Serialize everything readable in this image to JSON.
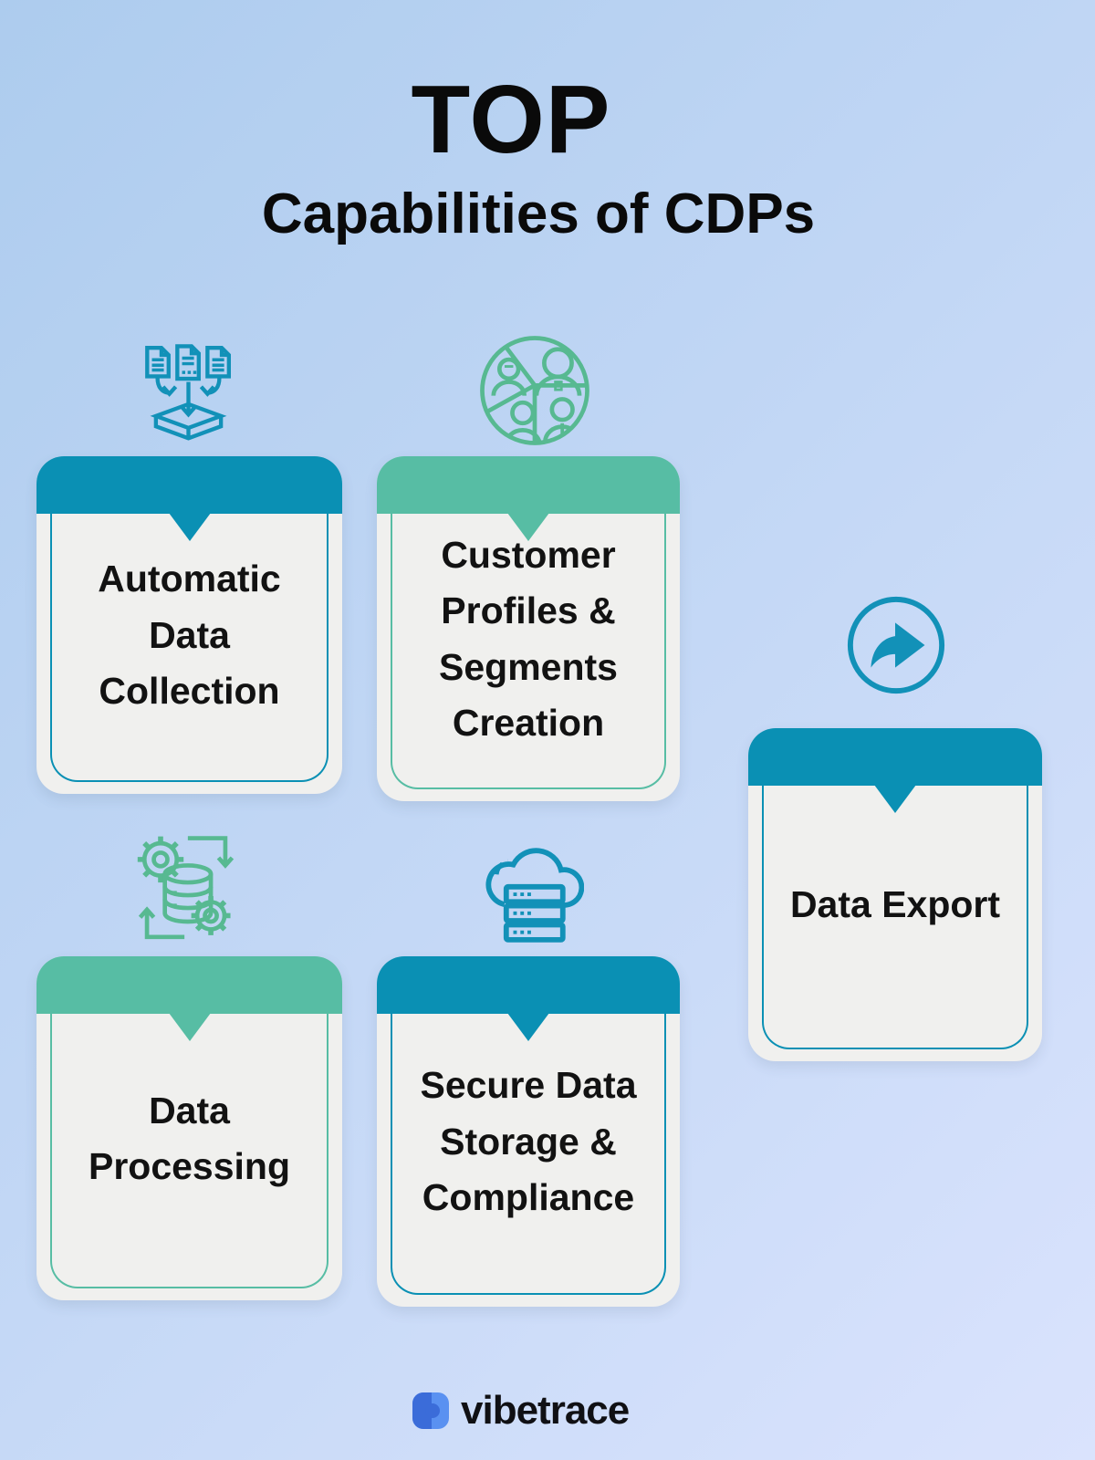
{
  "title": "TOP",
  "subtitle": "Capabilities of CDPs",
  "colors": {
    "teal": "#0a90b4",
    "green": "#57bda4",
    "teal_icon": "#1291b8",
    "green_icon": "#57b991",
    "card_bg": "#f0f0ee",
    "text": "#121212",
    "bg_start": "#adccee",
    "bg_mid": "#c2d7f5",
    "bg_end": "#dae3fd",
    "logo_dark": "#3b6cd9",
    "logo_light": "#5a91f1",
    "brand_text": "#101014"
  },
  "cards": [
    {
      "label": "Automatic Data Collection",
      "accent": "teal",
      "icon": "documents-collect-icon"
    },
    {
      "label": "Customer Profiles & Segments Creation",
      "accent": "green",
      "icon": "customer-segments-icon"
    },
    {
      "label": "Data Export",
      "accent": "teal",
      "icon": "export-arrow-icon"
    },
    {
      "label": "Data Processing",
      "accent": "green",
      "icon": "gears-database-icon"
    },
    {
      "label": "Secure Data Storage & Compliance",
      "accent": "teal",
      "icon": "cloud-servers-icon"
    }
  ],
  "footer": {
    "brand": "vibetrace"
  }
}
